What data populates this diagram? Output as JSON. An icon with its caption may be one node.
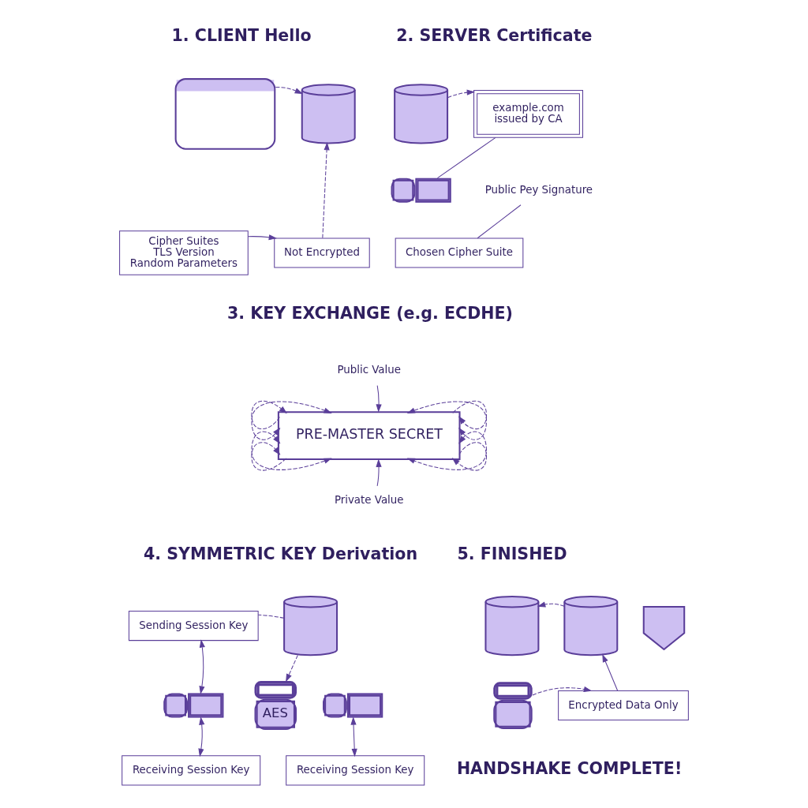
{
  "diagram": {
    "nodes": [
      {
        "text": [],
        "shape": "picture"
      },
      {
        "text": [],
        "shape": "cylinder"
      },
      {
        "text": [
          "Cipher Suites",
          "TLS Version",
          "Random Parameters"
        ]
      },
      {
        "text": [
          "Not Encrypted"
        ]
      },
      {
        "text": [],
        "shape": "cylinder"
      },
      {
        "text": [
          "example.com",
          "issued by CA"
        ]
      },
      {
        "text": [],
        "shape": "picture"
      },
      {
        "text": [
          "Public Pey Signature"
        ]
      },
      {
        "text": [
          "Chosen Cipher Suite"
        ]
      },
      {
        "text": [
          "Public Value"
        ]
      },
      {
        "text": [
          "PRE-MASTER SECRET"
        ]
      },
      {
        "text": [
          "Private Value"
        ]
      },
      {
        "text": [
          "Sending Session Key"
        ]
      },
      {
        "text": [],
        "shape": "cylinder"
      },
      {
        "text": [],
        "shape": "picture"
      },
      {
        "text": [
          "AES"
        ]
      },
      {
        "text": [],
        "shape": "picture"
      },
      {
        "text": [
          "Receiving Session Key"
        ]
      },
      {
        "text": [
          "Receiving Session Key"
        ]
      },
      {
        "text": [],
        "shape": "cylinder"
      },
      {
        "text": [],
        "shape": "cylinder"
      },
      {
        "text": [],
        "shape": "shield"
      },
      {
        "text": [],
        "shape": "picture"
      },
      {
        "text": [
          "Encrypted Data Only"
        ]
      }
    ],
    "edges": [
      {
        "from": 0,
        "to": 1,
        "arrow": "to",
        "style": "dashed"
      },
      {
        "from": 2,
        "to": 3,
        "arrow": "to"
      },
      {
        "from": 3,
        "to": 1,
        "arrow": "to",
        "style": "dashed"
      },
      {
        "from": 4,
        "to": 5,
        "arrow": "to",
        "style": "dashed"
      },
      {
        "from": 5,
        "to": 6,
        "arrow": "none"
      },
      {
        "from": 7,
        "to": 8,
        "arrow": "none"
      },
      {
        "from": 9,
        "to": 10,
        "arrow": "to"
      },
      {
        "from": 11,
        "to": 10,
        "arrow": "to"
      },
      {
        "from": 10,
        "to": 10,
        "arrow": "both",
        "style": "dashed"
      },
      {
        "from": 10,
        "to": 10,
        "arrow": "to",
        "style": "dashed"
      },
      {
        "from": 10,
        "to": 10,
        "arrow": "both",
        "style": "dashed"
      },
      {
        "from": 10,
        "to": 10,
        "arrow": "to",
        "style": "dashed"
      },
      {
        "from": 10,
        "to": 10,
        "arrow": "both",
        "style": "dashed"
      },
      {
        "from": 10,
        "to": 10,
        "arrow": "to",
        "style": "dashed"
      },
      {
        "from": 10,
        "to": 10,
        "arrow": "both",
        "style": "dashed"
      },
      {
        "from": 10,
        "to": 10,
        "arrow": "to",
        "style": "dashed"
      },
      {
        "from": 13,
        "to": 12,
        "arrow": "none",
        "style": "dashed"
      },
      {
        "from": 13,
        "to": 15,
        "arrow": "to",
        "style": "dashed"
      },
      {
        "from": 12,
        "to": 14,
        "arrow": "both"
      },
      {
        "from": 14,
        "to": 17,
        "arrow": "both"
      },
      {
        "from": 16,
        "to": 18,
        "arrow": "both"
      },
      {
        "from": 20,
        "to": 19,
        "arrow": "to",
        "style": "dashed"
      },
      {
        "from": 22,
        "to": 23,
        "arrow": "to",
        "style": "dashed"
      },
      {
        "from": 23,
        "to": 20,
        "arrow": "to"
      }
    ],
    "labels": [
      "1. CLIENT Hello",
      "2. SERVER Certificate",
      "3. KEY EXCHANGE (e.g. ECDHE)",
      "4. SYMMETRIC KEY Derivation",
      "5. FINISHED",
      "HANDSHAKE COMPLETE!"
    ]
  }
}
